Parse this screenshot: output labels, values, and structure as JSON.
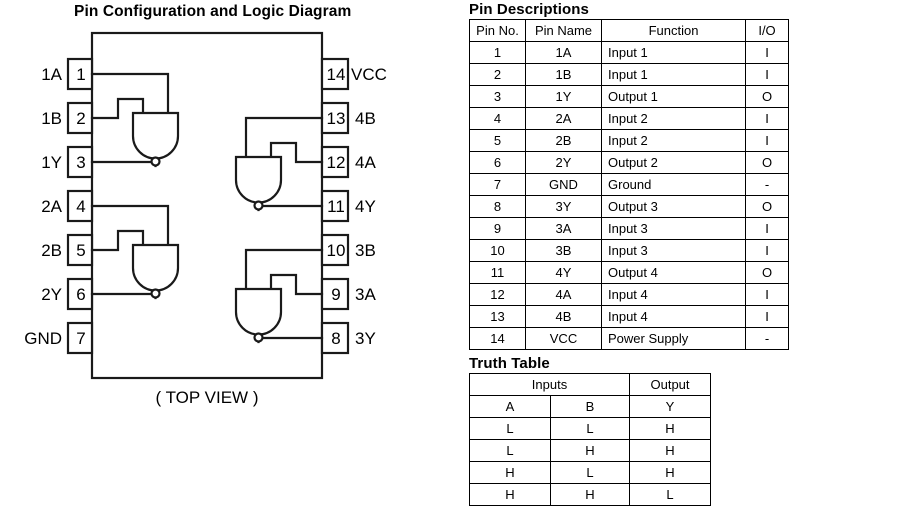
{
  "diagram": {
    "title": "Pin Configuration and Logic Diagram",
    "view_caption": "( TOP VIEW )",
    "left_pins": [
      {
        "num": "1",
        "label": "1A"
      },
      {
        "num": "2",
        "label": "1B"
      },
      {
        "num": "3",
        "label": "1Y"
      },
      {
        "num": "4",
        "label": "2A"
      },
      {
        "num": "5",
        "label": "2B"
      },
      {
        "num": "6",
        "label": "2Y"
      },
      {
        "num": "7",
        "label": "GND"
      }
    ],
    "right_pins": [
      {
        "num": "14",
        "label": "VCC"
      },
      {
        "num": "13",
        "label": "4B"
      },
      {
        "num": "12",
        "label": "4A"
      },
      {
        "num": "11",
        "label": "4Y"
      },
      {
        "num": "10",
        "label": "3B"
      },
      {
        "num": "9",
        "label": "3A"
      },
      {
        "num": "8",
        "label": "3Y"
      }
    ],
    "gates": [
      {
        "name": "gate-1",
        "inputs": [
          "1",
          "2"
        ],
        "output": "3"
      },
      {
        "name": "gate-2",
        "inputs": [
          "4",
          "5"
        ],
        "output": "6"
      },
      {
        "name": "gate-3",
        "inputs": [
          "10",
          "9"
        ],
        "output": "8"
      },
      {
        "name": "gate-4",
        "inputs": [
          "13",
          "12"
        ],
        "output": "11"
      }
    ]
  },
  "pin_descriptions": {
    "title": "Pin Descriptions",
    "columns": [
      "Pin No.",
      "Pin Name",
      "Function",
      "I/O"
    ],
    "rows": [
      [
        "1",
        "1A",
        "Input 1",
        "I"
      ],
      [
        "2",
        "1B",
        "Input 1",
        "I"
      ],
      [
        "3",
        "1Y",
        "Output 1",
        "O"
      ],
      [
        "4",
        "2A",
        "Input 2",
        "I"
      ],
      [
        "5",
        "2B",
        "Input 2",
        "I"
      ],
      [
        "6",
        "2Y",
        "Output 2",
        "O"
      ],
      [
        "7",
        "GND",
        "Ground",
        "-"
      ],
      [
        "8",
        "3Y",
        "Output 3",
        "O"
      ],
      [
        "9",
        "3A",
        "Input 3",
        "I"
      ],
      [
        "10",
        "3B",
        "Input 3",
        "I"
      ],
      [
        "11",
        "4Y",
        "Output 4",
        "O"
      ],
      [
        "12",
        "4A",
        "Input 4",
        "I"
      ],
      [
        "13",
        "4B",
        "Input 4",
        "I"
      ],
      [
        "14",
        "VCC",
        "Power Supply",
        "-"
      ]
    ]
  },
  "truth_table": {
    "title": "Truth Table",
    "group_headers": [
      "Inputs",
      "Output"
    ],
    "columns": [
      "A",
      "B",
      "Y"
    ],
    "rows": [
      [
        "L",
        "L",
        "H"
      ],
      [
        "L",
        "H",
        "H"
      ],
      [
        "H",
        "L",
        "H"
      ],
      [
        "H",
        "H",
        "L"
      ]
    ]
  },
  "colors": {
    "line": "#1a1a1a",
    "text": "#000000",
    "background": "#ffffff"
  }
}
